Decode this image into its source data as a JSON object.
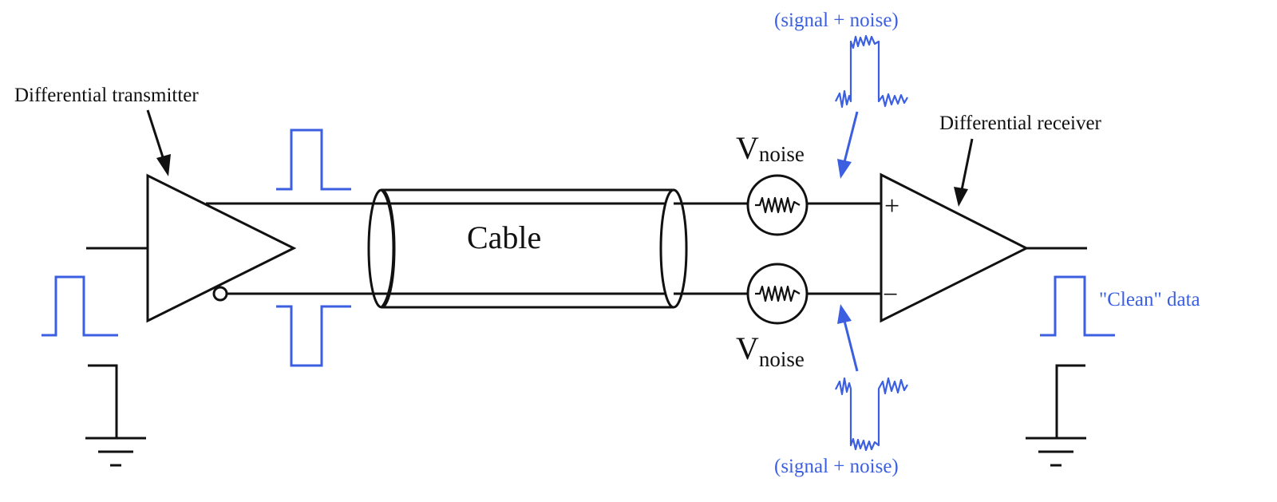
{
  "labels": {
    "transmitter": "Differential transmitter",
    "receiver": "Differential receiver",
    "cable": "Cable",
    "noise_source_top": {
      "main": "V",
      "sub": "noise"
    },
    "noise_source_bottom": {
      "main": "V",
      "sub": "noise"
    },
    "signal_noise_top": "(signal + noise)",
    "signal_noise_bottom": "(signal + noise)",
    "clean_data": "\"Clean\" data",
    "receiver_plus": "+",
    "receiver_minus": "−"
  },
  "colors": {
    "ink": "#111111",
    "signal": "#3b5fe0",
    "background": "#ffffff"
  }
}
